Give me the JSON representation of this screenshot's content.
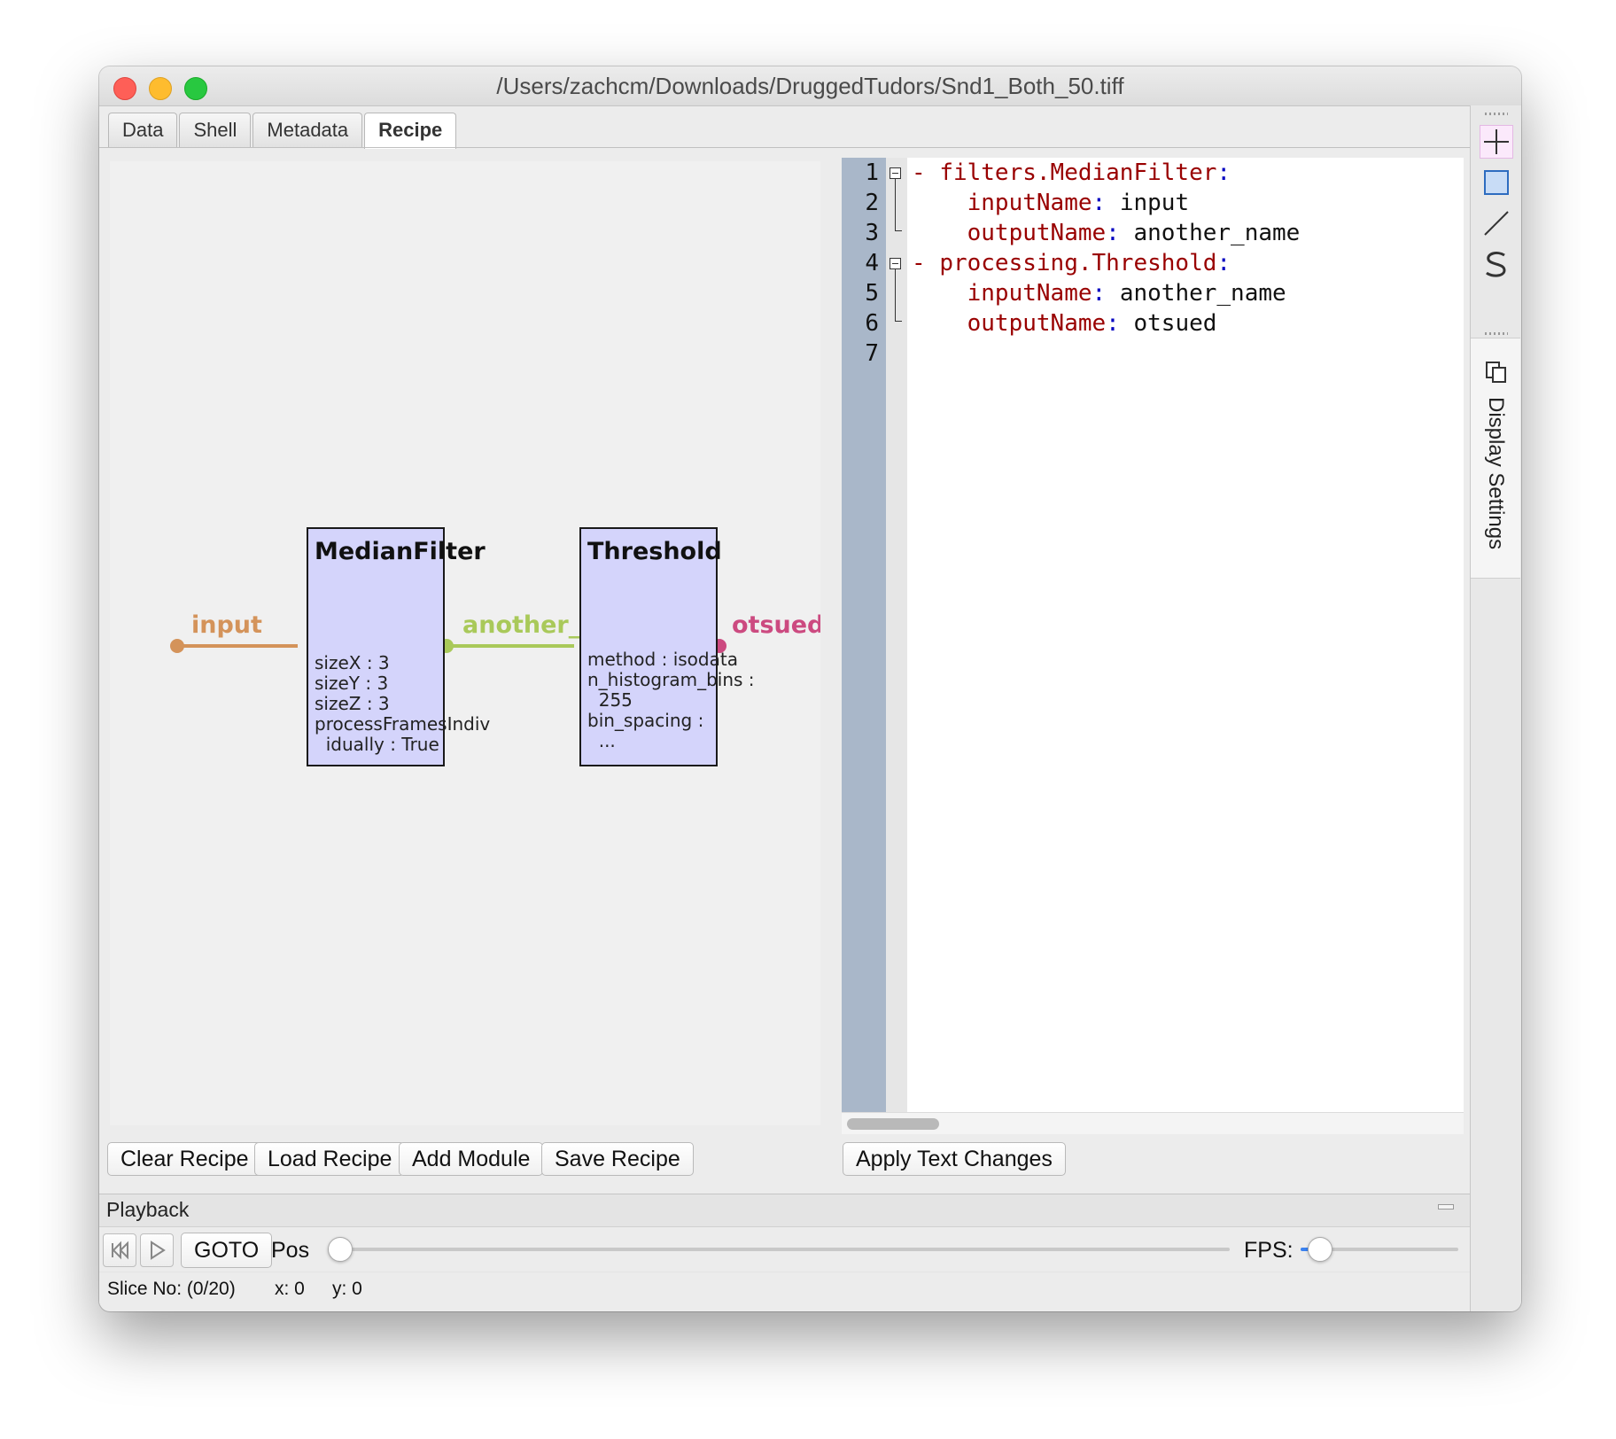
{
  "window": {
    "title": "/Users/zachcm/Downloads/DruggedTudors/Snd1_Both_50.tiff"
  },
  "tabs": [
    {
      "label": "Data",
      "active": false
    },
    {
      "label": "Shell",
      "active": false
    },
    {
      "label": "Metadata",
      "active": false
    },
    {
      "label": "Recipe",
      "active": true
    }
  ],
  "recipe_graph": {
    "input_label": "input",
    "input_color": "#d4935a",
    "nodes": [
      {
        "title": "MedianFilter",
        "params": [
          "sizeX : 3",
          "sizeY : 3",
          "sizeZ : 3",
          "processFramesIndiv",
          "  idually : True"
        ]
      },
      {
        "title": "Threshold",
        "params": [
          "method : isodata",
          "n_histogram_bins :",
          "  255",
          "bin_spacing :",
          "  ..."
        ]
      }
    ],
    "links": [
      {
        "label": "another_name",
        "color": "#a9c95a"
      },
      {
        "label": "otsued",
        "color": "#cc4a80"
      }
    ]
  },
  "editor": {
    "line_numbers": [
      "1",
      "2",
      "3",
      "4",
      "5",
      "6",
      "7"
    ],
    "lines": [
      {
        "dash": "- ",
        "key": "filters.MedianFilter",
        "sep": ":",
        "value": ""
      },
      {
        "dash": "  ",
        "key": "inputName",
        "sep": ":",
        "value": " input"
      },
      {
        "dash": "  ",
        "key": "outputName",
        "sep": ":",
        "value": " another_name"
      },
      {
        "dash": "- ",
        "key": "processing.Threshold",
        "sep": ":",
        "value": ""
      },
      {
        "dash": "  ",
        "key": "inputName",
        "sep": ":",
        "value": " another_name"
      },
      {
        "dash": "  ",
        "key": "outputName",
        "sep": ":",
        "value": " otsued"
      },
      {
        "dash": "",
        "key": "",
        "sep": "",
        "value": ""
      }
    ]
  },
  "buttons": {
    "clear": "Clear Recipe",
    "load": "Load Recipe",
    "add": "Add Module",
    "save": "Save Recipe",
    "apply": "Apply Text Changes"
  },
  "sidebar": {
    "display_settings": "Display Settings"
  },
  "playback": {
    "title": "Playback",
    "goto": "GOTO",
    "pos_label": "Pos",
    "pos_value": 0,
    "fps_label": "FPS:",
    "fps_value": 0.05
  },
  "status": {
    "slice": "Slice No: (0/20)",
    "x": "x: 0",
    "y": "y: 0"
  }
}
